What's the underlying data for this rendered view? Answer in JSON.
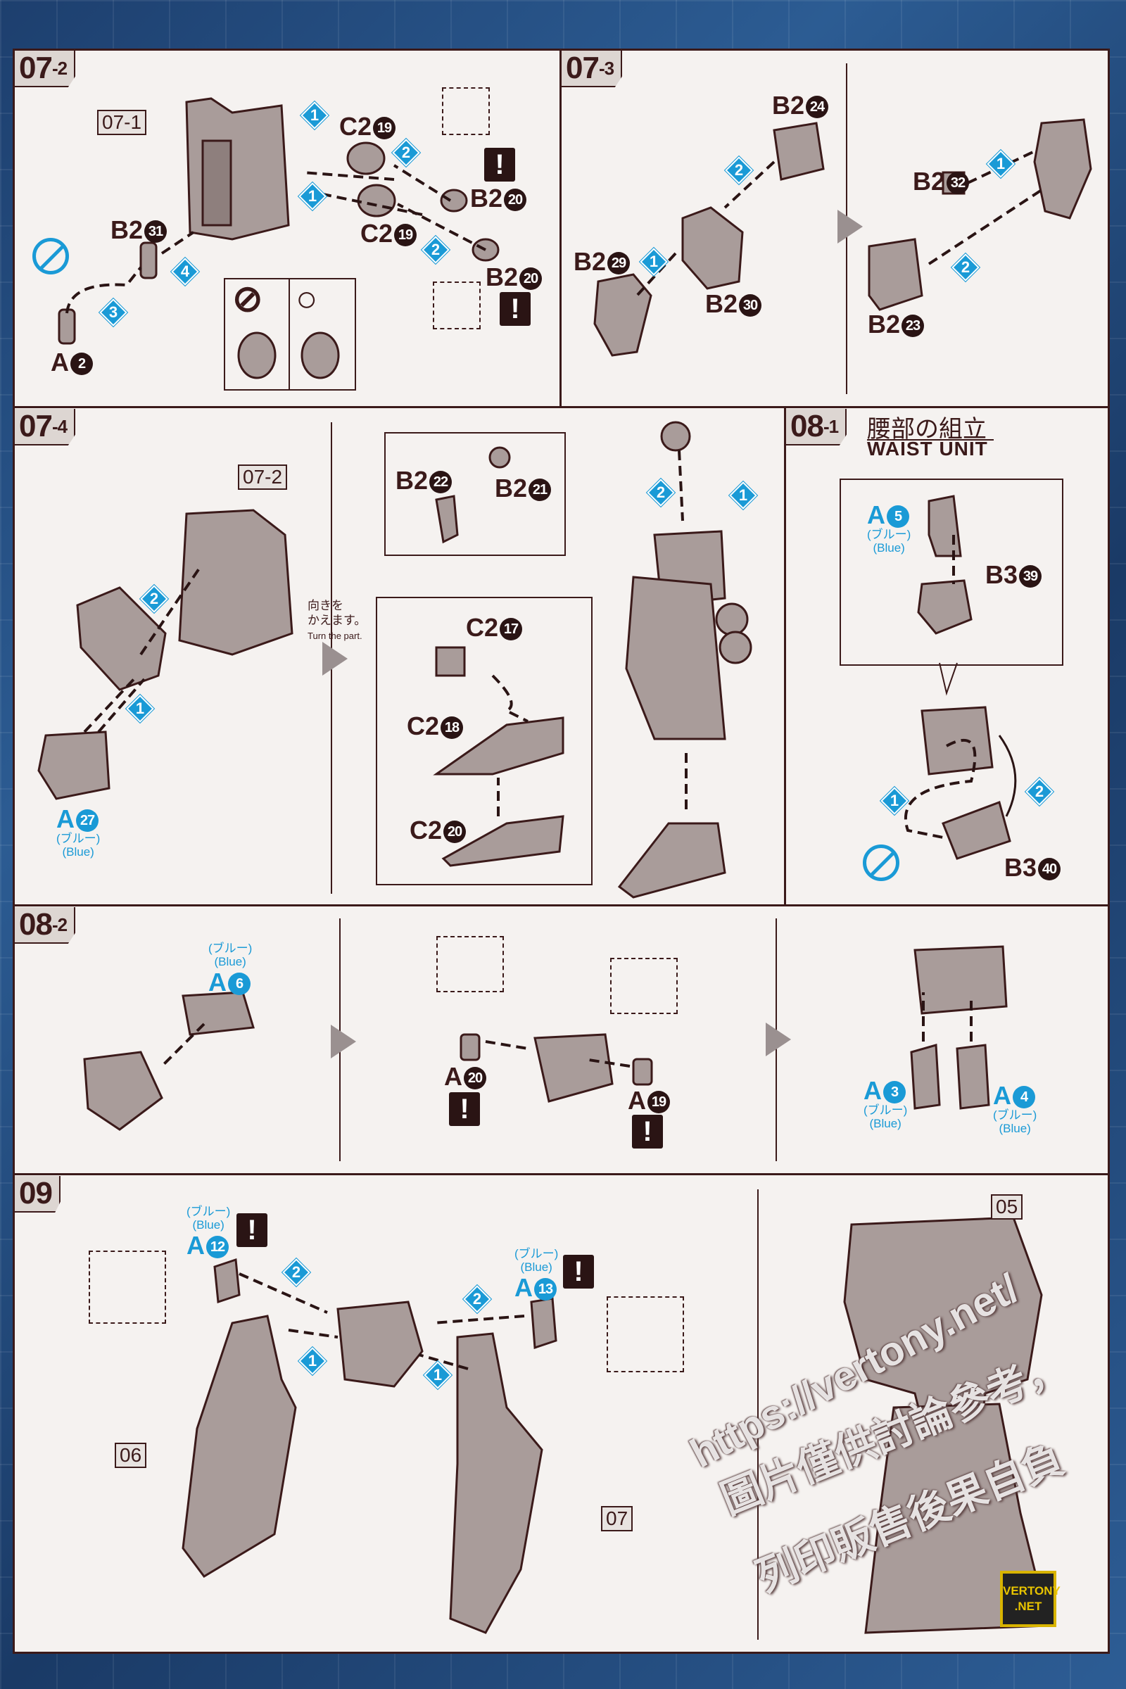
{
  "steps": {
    "s07_2": {
      "num": "07",
      "sub": "2"
    },
    "s07_3": {
      "num": "07",
      "sub": "3"
    },
    "s07_4": {
      "num": "07",
      "sub": "4"
    },
    "s08_1": {
      "num": "08",
      "sub": "1",
      "title_jp": "腰部の組立",
      "title_en": "WAIST UNIT"
    },
    "s08_2": {
      "num": "08",
      "sub": "2"
    },
    "s09": {
      "num": "09"
    }
  },
  "refs": {
    "r07_1": "07-1",
    "r07_2": "07-2",
    "r06": "06",
    "r07": "07",
    "r05": "05"
  },
  "parts": {
    "c2_19a": {
      "r": "C2",
      "n": "19"
    },
    "c2_19b": {
      "r": "C2",
      "n": "19"
    },
    "b2_20a": {
      "r": "B2",
      "n": "20"
    },
    "b2_20b": {
      "r": "B2",
      "n": "20"
    },
    "b2_31": {
      "r": "B2",
      "n": "31"
    },
    "a_2": {
      "r": "A",
      "n": "2"
    },
    "b2_24": {
      "r": "B2",
      "n": "24"
    },
    "b2_29": {
      "r": "B2",
      "n": "29"
    },
    "b2_30": {
      "r": "B2",
      "n": "30"
    },
    "b2_32": {
      "r": "B2",
      "n": "32"
    },
    "b2_23": {
      "r": "B2",
      "n": "23"
    },
    "a_27": {
      "r": "A",
      "n": "27"
    },
    "b2_22": {
      "r": "B2",
      "n": "22"
    },
    "b2_21": {
      "r": "B2",
      "n": "21"
    },
    "c2_17": {
      "r": "C2",
      "n": "17"
    },
    "c2_18": {
      "r": "C2",
      "n": "18"
    },
    "c2_20": {
      "r": "C2",
      "n": "20"
    },
    "a_5": {
      "r": "A",
      "n": "5"
    },
    "b3_39": {
      "r": "B3",
      "n": "39"
    },
    "b3_40": {
      "r": "B3",
      "n": "40"
    },
    "a_6": {
      "r": "A",
      "n": "6"
    },
    "a_20": {
      "r": "A",
      "n": "20"
    },
    "a_19": {
      "r": "A",
      "n": "19"
    },
    "a_3": {
      "r": "A",
      "n": "3"
    },
    "a_4": {
      "r": "A",
      "n": "4"
    },
    "a_12": {
      "r": "A",
      "n": "12"
    },
    "a_13": {
      "r": "A",
      "n": "13"
    }
  },
  "color_note": {
    "jp": "(ブルー)",
    "en": "(Blue)"
  },
  "turn_note": {
    "jp1": "向きを",
    "jp2": "かえます。",
    "en": "Turn the part."
  },
  "marks": {
    "warning": "!",
    "no": "⊘",
    "ok": "○",
    "step1": "1",
    "step2": "2",
    "step3": "3",
    "step4": "4"
  },
  "watermark": {
    "line1": "https://vertony.net/",
    "line2": "圖片僅供討論參考，",
    "line3": "列印販售後果自負"
  },
  "logo": {
    "text": "VERTONY .NET"
  },
  "colors": {
    "ink": "#3b1a1a",
    "accent": "#1a9ad6",
    "paper": "#f5f2f0"
  }
}
